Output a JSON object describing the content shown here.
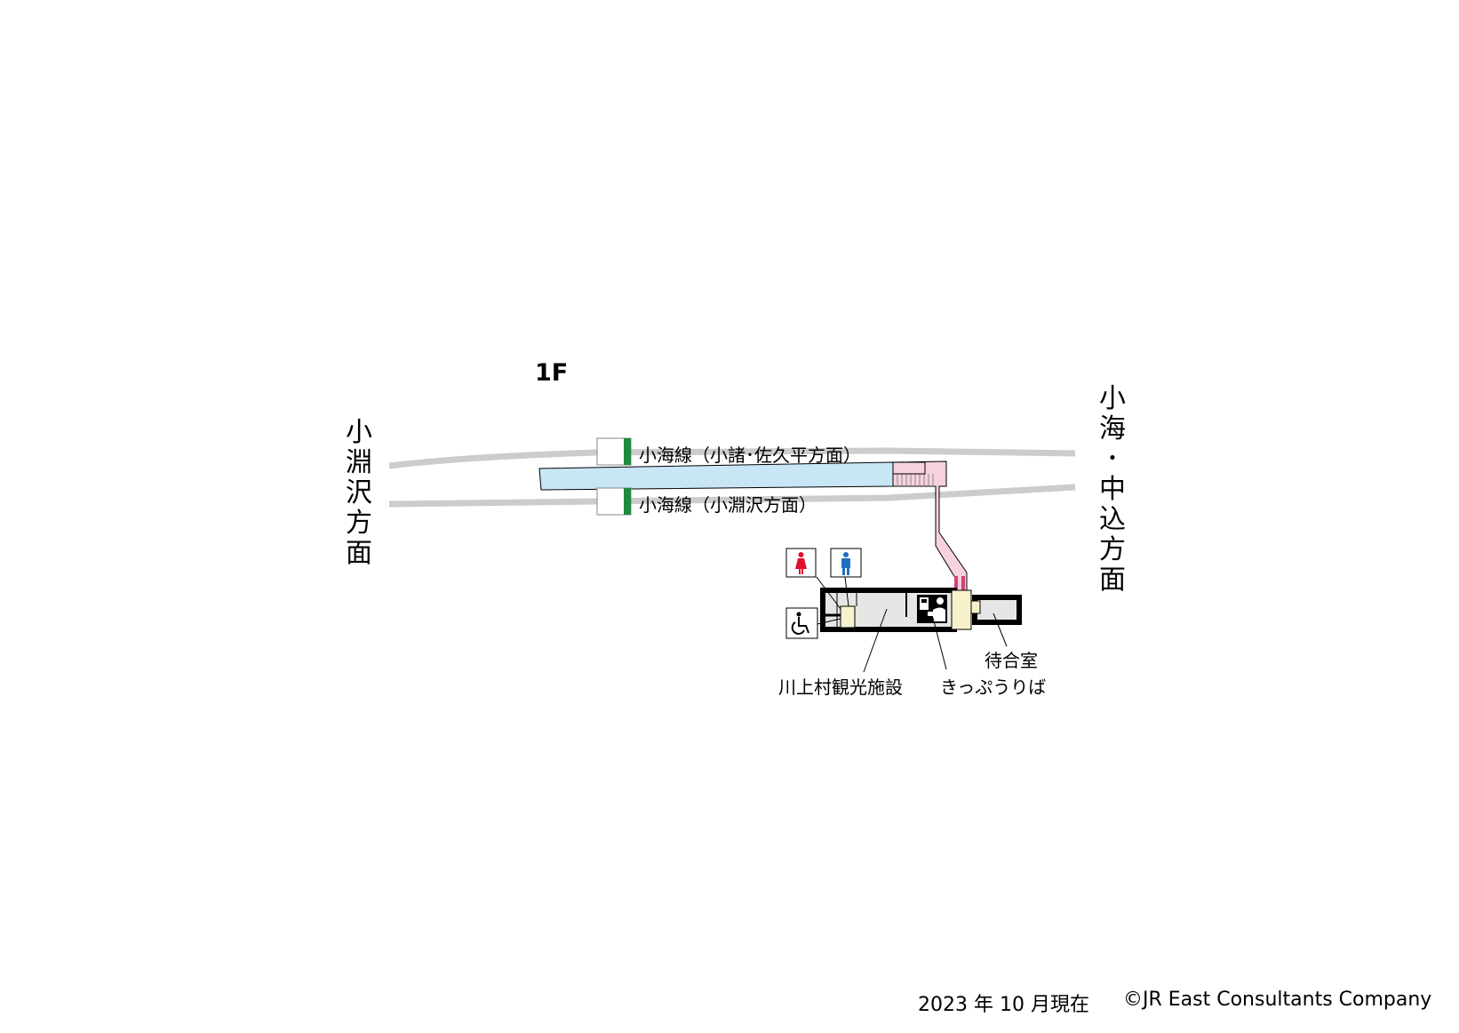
{
  "floor_label": "1F",
  "tracks": {
    "upper_label": "小海線（小諸･佐久平方面）",
    "lower_label": "小海線（小淵沢方面）"
  },
  "directions": {
    "left": [
      "小",
      "淵",
      "沢",
      "方",
      "面"
    ],
    "right": [
      "小",
      "海",
      "･",
      "中",
      "込",
      "方",
      "面"
    ]
  },
  "facilities": {
    "tourist_facility": "川上村観光施設",
    "ticket_office": "きっぷうりば",
    "waiting_room": "待合室"
  },
  "icons": [
    "female-toilet-icon",
    "male-toilet-icon",
    "accessible-toilet-icon",
    "ticket-office-icon"
  ],
  "colors": {
    "platform": "#c8e6f5",
    "passage": "#f6d2de",
    "rail": "#cccccc",
    "track_marker": "#1f8a3c",
    "female": "#e0102c",
    "male": "#1f6fbf",
    "room_fill": "#e6e6e6",
    "entrance_fill": "#f7f2cc"
  },
  "footer": {
    "date": "2023 年 10 月現在",
    "copyright": "©JR East Consultants Company"
  }
}
